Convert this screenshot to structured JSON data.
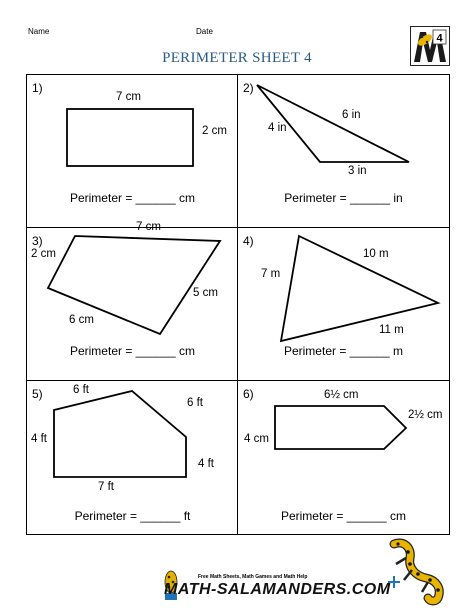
{
  "header": {
    "name_label": "Name",
    "date_label": "Date"
  },
  "title": "PERIMETER SHEET 4",
  "grade_badge": "4",
  "problems": [
    {
      "number": "1)",
      "labels": [
        "7 cm",
        "2 cm"
      ],
      "perimeter": "Perimeter = ______ cm"
    },
    {
      "number": "2)",
      "labels": [
        "6 in",
        "4 in",
        "3 in"
      ],
      "perimeter": "Perimeter = ______ in"
    },
    {
      "number": "3)",
      "labels": [
        "7 cm",
        "2 cm",
        "5 cm",
        "6 cm"
      ],
      "perimeter": "Perimeter = ______ cm"
    },
    {
      "number": "4)",
      "labels": [
        "10 m",
        "7 m",
        "11 m"
      ],
      "perimeter": "Perimeter = ______ m"
    },
    {
      "number": "5)",
      "labels": [
        "6 ft",
        "6 ft",
        "4 ft",
        "4 ft",
        "7 ft"
      ],
      "perimeter": "Perimeter = ______ ft"
    },
    {
      "number": "6)",
      "labels": [
        "6½ cm",
        "2½ cm",
        "4 cm"
      ],
      "perimeter": "Perimeter = ______ cm"
    }
  ],
  "footer": {
    "tagline": "Free Math Sheets, Math Games and Math Help",
    "brand": "MATH-SALAMANDERS.COM"
  }
}
